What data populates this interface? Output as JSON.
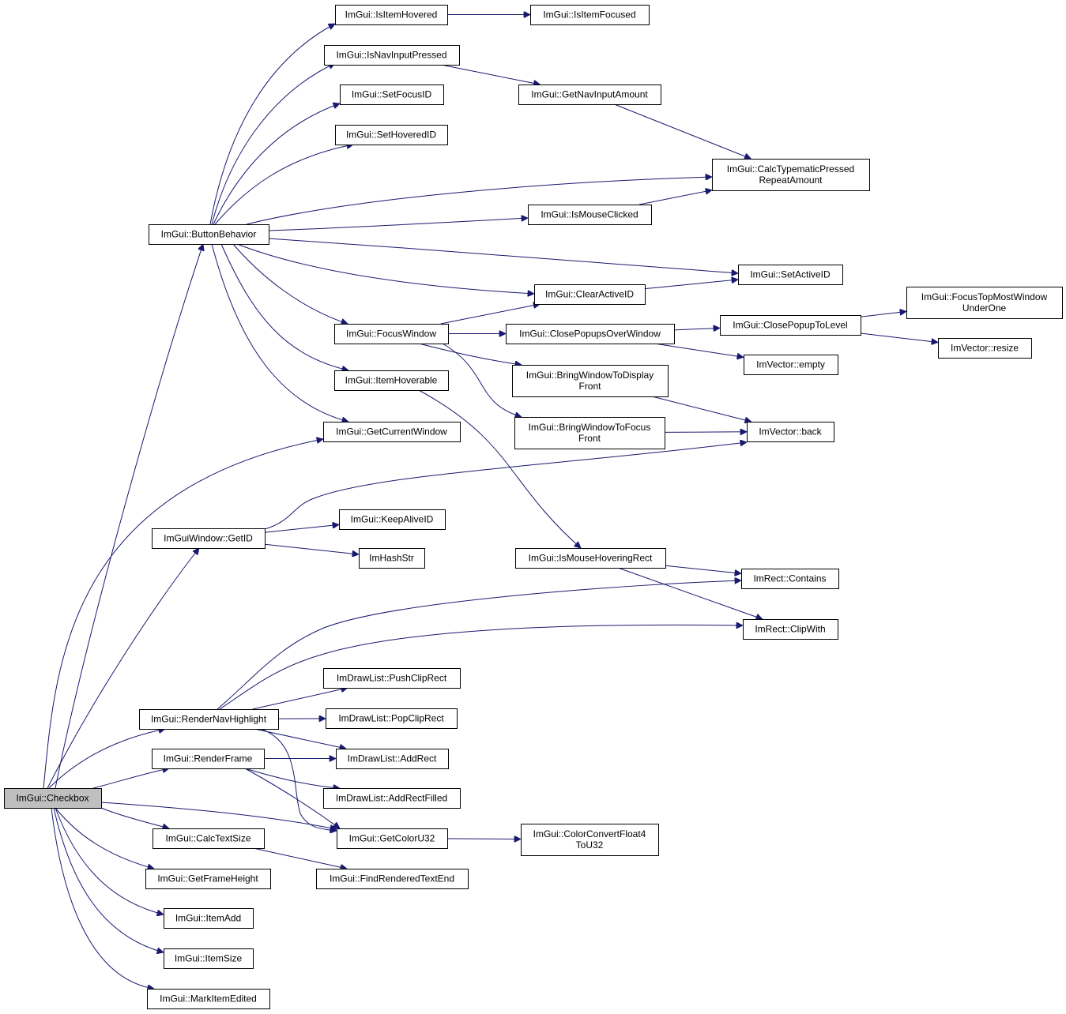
{
  "colors": {
    "edge": "#191970",
    "node_fill": "#ffffff",
    "root_fill": "#bfbfbf",
    "border": "#000000"
  },
  "nodes": [
    {
      "id": "checkbox",
      "label": "ImGui::Checkbox",
      "root": true
    },
    {
      "id": "buttonbehavior",
      "label": "ImGui::ButtonBehavior"
    },
    {
      "id": "isitemhovered",
      "label": "ImGui::IsItemHovered"
    },
    {
      "id": "isitemfocused",
      "label": "ImGui::IsItemFocused"
    },
    {
      "id": "isnavinputpressed",
      "label": "ImGui::IsNavInputPressed"
    },
    {
      "id": "getnavinputamount",
      "label": "ImGui::GetNavInputAmount"
    },
    {
      "id": "setfocusid",
      "label": "ImGui::SetFocusID"
    },
    {
      "id": "sethoveredid",
      "label": "ImGui::SetHoveredID"
    },
    {
      "id": "calctypematic",
      "label": "ImGui::CalcTypematicPressed\nRepeatAmount"
    },
    {
      "id": "ismouseclicked",
      "label": "ImGui::IsMouseClicked"
    },
    {
      "id": "setactiveid",
      "label": "ImGui::SetActiveID"
    },
    {
      "id": "clearactiveid",
      "label": "ImGui::ClearActiveID"
    },
    {
      "id": "focuswindow",
      "label": "ImGui::FocusWindow"
    },
    {
      "id": "closepopupsoverwindow",
      "label": "ImGui::ClosePopupsOverWindow"
    },
    {
      "id": "closepopuptolevel",
      "label": "ImGui::ClosePopupToLevel"
    },
    {
      "id": "focustopmostwindow",
      "label": "ImGui::FocusTopMostWindow\nUnderOne"
    },
    {
      "id": "imvectorresize",
      "label": "ImVector::resize"
    },
    {
      "id": "imvectorempty",
      "label": "ImVector::empty"
    },
    {
      "id": "bringwindowtodisplay",
      "label": "ImGui::BringWindowToDisplay\nFront"
    },
    {
      "id": "bringwindowtofocus",
      "label": "ImGui::BringWindowToFocus\nFront"
    },
    {
      "id": "imvectorback",
      "label": "ImVector::back"
    },
    {
      "id": "itemhoverable",
      "label": "ImGui::ItemHoverable"
    },
    {
      "id": "getcurrentwindow",
      "label": "ImGui::GetCurrentWindow"
    },
    {
      "id": "imguiwindowgetid",
      "label": "ImGuiWindow::GetID"
    },
    {
      "id": "keepaliveid",
      "label": "ImGui::KeepAliveID"
    },
    {
      "id": "imhashstr",
      "label": "ImHashStr"
    },
    {
      "id": "ismousehoveringrect",
      "label": "ImGui::IsMouseHoveringRect"
    },
    {
      "id": "imrectcontains",
      "label": "ImRect::Contains"
    },
    {
      "id": "imrectclipwith",
      "label": "ImRect::ClipWith"
    },
    {
      "id": "rendernavhighlight",
      "label": "ImGui::RenderNavHighlight"
    },
    {
      "id": "pushcliprect",
      "label": "ImDrawList::PushClipRect"
    },
    {
      "id": "popcliprect",
      "label": "ImDrawList::PopClipRect"
    },
    {
      "id": "renderframe",
      "label": "ImGui::RenderFrame"
    },
    {
      "id": "addrect",
      "label": "ImDrawList::AddRect"
    },
    {
      "id": "addrectfilled",
      "label": "ImDrawList::AddRectFilled"
    },
    {
      "id": "getcoloru32",
      "label": "ImGui::GetColorU32"
    },
    {
      "id": "colorconvert",
      "label": "ImGui::ColorConvertFloat4\nToU32"
    },
    {
      "id": "calctextsize",
      "label": "ImGui::CalcTextSize"
    },
    {
      "id": "findrenderedtextend",
      "label": "ImGui::FindRenderedTextEnd"
    },
    {
      "id": "getframeheight",
      "label": "ImGui::GetFrameHeight"
    },
    {
      "id": "itemadd",
      "label": "ImGui::ItemAdd"
    },
    {
      "id": "itemsize",
      "label": "ImGui::ItemSize"
    },
    {
      "id": "markitemedited",
      "label": "ImGui::MarkItemEdited"
    }
  ],
  "edges": [
    [
      "checkbox",
      "buttonbehavior"
    ],
    [
      "checkbox",
      "getcurrentwindow"
    ],
    [
      "checkbox",
      "imguiwindowgetid"
    ],
    [
      "checkbox",
      "rendernavhighlight"
    ],
    [
      "checkbox",
      "renderframe"
    ],
    [
      "checkbox",
      "getcoloru32"
    ],
    [
      "checkbox",
      "calctextsize"
    ],
    [
      "checkbox",
      "getframeheight"
    ],
    [
      "checkbox",
      "itemadd"
    ],
    [
      "checkbox",
      "itemsize"
    ],
    [
      "checkbox",
      "markitemedited"
    ],
    [
      "buttonbehavior",
      "isitemhovered"
    ],
    [
      "buttonbehavior",
      "isnavinputpressed"
    ],
    [
      "buttonbehavior",
      "setfocusid"
    ],
    [
      "buttonbehavior",
      "sethoveredid"
    ],
    [
      "buttonbehavior",
      "calctypematic"
    ],
    [
      "buttonbehavior",
      "ismouseclicked"
    ],
    [
      "buttonbehavior",
      "setactiveid"
    ],
    [
      "buttonbehavior",
      "clearactiveid"
    ],
    [
      "buttonbehavior",
      "focuswindow"
    ],
    [
      "buttonbehavior",
      "itemhoverable"
    ],
    [
      "buttonbehavior",
      "getcurrentwindow"
    ],
    [
      "isitemhovered",
      "isitemfocused"
    ],
    [
      "isnavinputpressed",
      "getnavinputamount"
    ],
    [
      "getnavinputamount",
      "calctypematic"
    ],
    [
      "ismouseclicked",
      "calctypematic"
    ],
    [
      "clearactiveid",
      "setactiveid"
    ],
    [
      "focuswindow",
      "clearactiveid"
    ],
    [
      "focuswindow",
      "closepopupsoverwindow"
    ],
    [
      "focuswindow",
      "bringwindowtodisplay"
    ],
    [
      "focuswindow",
      "bringwindowtofocus"
    ],
    [
      "closepopupsoverwindow",
      "closepopuptolevel"
    ],
    [
      "closepopupsoverwindow",
      "imvectorempty"
    ],
    [
      "closepopuptolevel",
      "focustopmostwindow"
    ],
    [
      "closepopuptolevel",
      "imvectorresize"
    ],
    [
      "bringwindowtodisplay",
      "imvectorback"
    ],
    [
      "bringwindowtofocus",
      "imvectorback"
    ],
    [
      "itemhoverable",
      "ismousehoveringrect"
    ],
    [
      "imguiwindowgetid",
      "imvectorback"
    ],
    [
      "imguiwindowgetid",
      "keepaliveid"
    ],
    [
      "imguiwindowgetid",
      "imhashstr"
    ],
    [
      "ismousehoveringrect",
      "imrectcontains"
    ],
    [
      "ismousehoveringrect",
      "imrectclipwith"
    ],
    [
      "rendernavhighlight",
      "imrectcontains"
    ],
    [
      "rendernavhighlight",
      "imrectclipwith"
    ],
    [
      "rendernavhighlight",
      "pushcliprect"
    ],
    [
      "rendernavhighlight",
      "popcliprect"
    ],
    [
      "rendernavhighlight",
      "addrect"
    ],
    [
      "rendernavhighlight",
      "getcoloru32"
    ],
    [
      "renderframe",
      "addrect"
    ],
    [
      "renderframe",
      "addrectfilled"
    ],
    [
      "renderframe",
      "getcoloru32"
    ],
    [
      "getcoloru32",
      "colorconvert"
    ],
    [
      "calctextsize",
      "findrenderedtextend"
    ]
  ]
}
